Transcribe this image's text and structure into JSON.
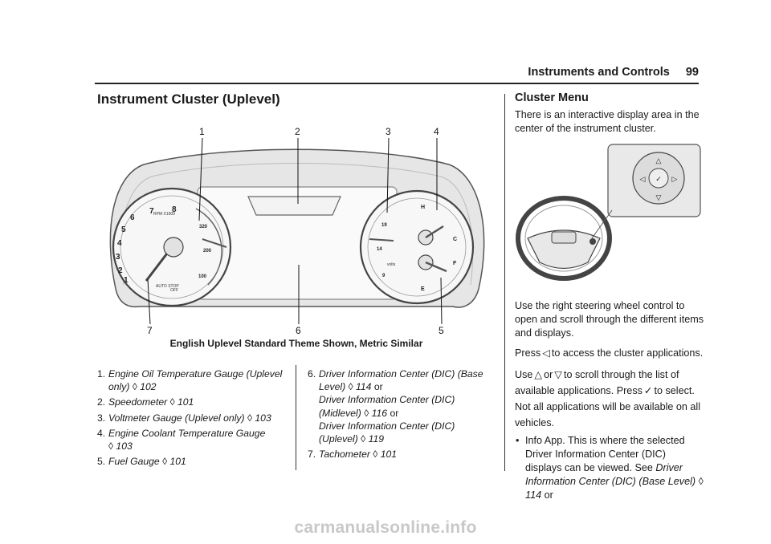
{
  "header": {
    "section": "Instruments and Controls",
    "page_number": "99"
  },
  "figure": {
    "title": "Instrument Cluster (Uplevel)",
    "callouts": [
      "1",
      "2",
      "3",
      "4",
      "7",
      "6",
      "5"
    ],
    "caption": "English Uplevel Standard Theme Shown, Metric Similar",
    "tach_ticks": [
      "1",
      "2",
      "3",
      "4",
      "5",
      "6",
      "7",
      "8"
    ],
    "tach_label": "RPM\nX1000",
    "auto_stop": "AUTO\nSTOP",
    "off_label": "OFF",
    "oil_ticks": [
      "320",
      "200",
      "100"
    ],
    "volt_ticks": [
      "19",
      "14",
      "9"
    ],
    "volts_label": "volts",
    "temp_ticks": [
      "H",
      "C"
    ],
    "fuel_ticks": [
      "F",
      "E"
    ]
  },
  "list_left": [
    {
      "num": "1.",
      "text": "Engine Oil Temperature Gauge (Uplevel only)",
      "ref": "102"
    },
    {
      "num": "2.",
      "text": "Speedometer",
      "ref": "101"
    },
    {
      "num": "3.",
      "text": "Voltmeter Gauge (Uplevel only)",
      "ref": "103"
    },
    {
      "num": "4.",
      "text": "Engine Coolant Temperature Gauge",
      "ref": "103"
    },
    {
      "num": "5.",
      "text": "Fuel Gauge",
      "ref": "101"
    }
  ],
  "list_right": {
    "item6_num": "6.",
    "item6_a": "Driver Information Center (DIC) (Base Level)",
    "item6_a_ref": "114",
    "or": "or",
    "item6_b": "Driver Information Center (DIC) (Midlevel)",
    "item6_b_ref": "116",
    "item6_c": "Driver Information Center (DIC) (Uplevel)",
    "item6_c_ref": "119",
    "item7_num": "7.",
    "item7": "Tachometer",
    "item7_ref": "101"
  },
  "cluster_menu": {
    "title": "Cluster Menu",
    "intro": "There is an interactive display area in the center of the instrument cluster.",
    "p1": "Use the right steering wheel control to open and scroll through the different items and displays.",
    "p2_a": "Press",
    "p2_b": "to access the cluster applications.",
    "p3_a": "Use",
    "p3_b": "or",
    "p3_c": "to scroll through the list of available applications. Press",
    "p3_d": "to select. Not all applications will be available on all vehicles.",
    "bullet_a": "Info App. This is where the selected Driver Information Center (DIC) displays can be viewed. See",
    "bullet_link": "Driver Information Center (DIC) (Base Level)",
    "bullet_ref": "114",
    "bullet_or": "or"
  },
  "ref_symbol": "◊",
  "icons": {
    "left_arrow": "left-triangle-icon",
    "up_arrow": "up-arrow-icon",
    "down_arrow": "down-triangle-icon",
    "check": "checkmark-icon",
    "bullet": "•"
  },
  "footer": "carmanualsonline.info"
}
